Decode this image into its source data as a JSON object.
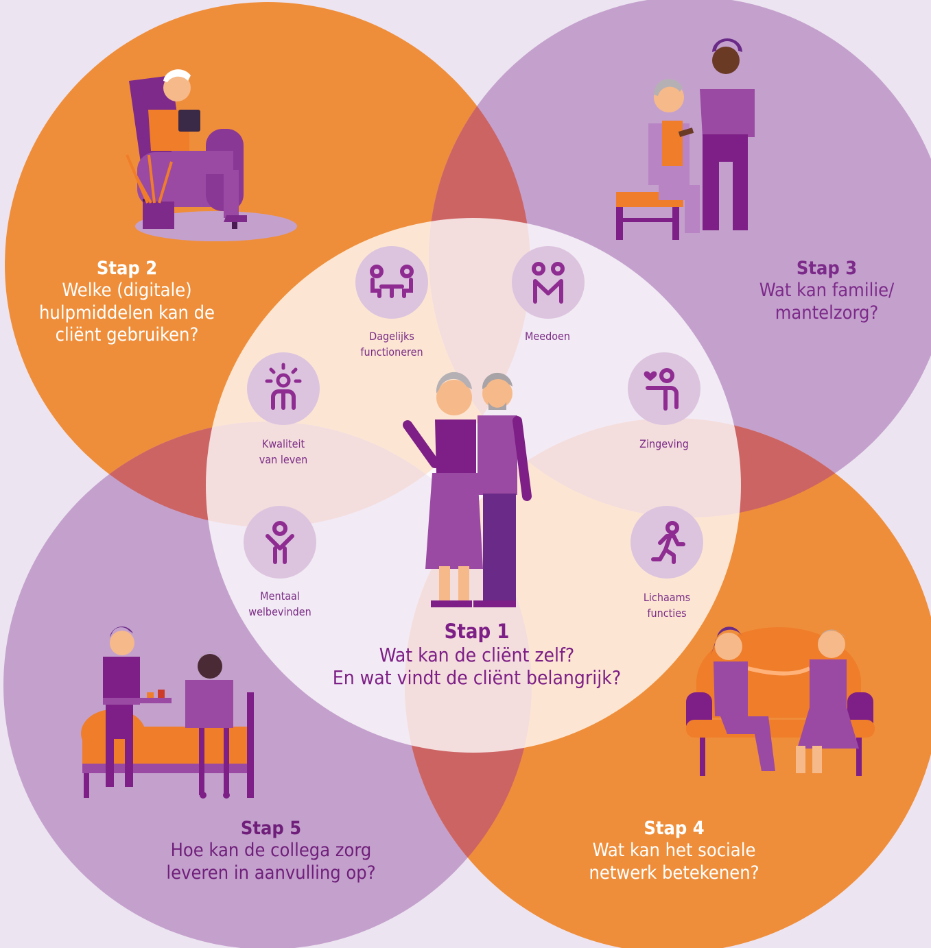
{
  "colors": {
    "background": "#ede4f1",
    "orange": "#ef8e3a",
    "purple": "#c4a1cd",
    "overlap": "#cd6464",
    "center": "#f7eff3",
    "theme_circle": "#dcc4df",
    "theme_icon": "#8e2c91",
    "dark_text": "#7d1f86"
  },
  "steps": {
    "step1": {
      "title": "Stap 1",
      "lines": [
        "Wat kan de cliënt zelf?",
        "En wat vindt de cliënt belangrijk?"
      ]
    },
    "step2": {
      "title": "Stap 2",
      "lines": [
        "Welke (digitale)",
        "hulpmiddelen kan de",
        "cliënt gebruiken?"
      ]
    },
    "step3": {
      "title": "Stap 3",
      "lines": [
        "Wat kan familie/",
        "mantelzorg?"
      ]
    },
    "step4": {
      "title": "Stap 4",
      "lines": [
        "Wat kan het sociale",
        "netwerk betekenen?"
      ]
    },
    "step5": {
      "title": "Stap 5",
      "lines": [
        "Hoe kan de collega zorg",
        "leveren in aanvulling op?"
      ]
    }
  },
  "themes": [
    {
      "id": "dagelijks",
      "icon": "two-people-table-icon",
      "lines": [
        "Dagelijks",
        "functioneren"
      ]
    },
    {
      "id": "meedoen",
      "icon": "two-people-holding-icon",
      "lines": [
        "Meedoen"
      ]
    },
    {
      "id": "kwaliteit",
      "icon": "person-sun-icon",
      "lines": [
        "Kwaliteit",
        "van leven"
      ]
    },
    {
      "id": "zingeving",
      "icon": "person-heart-icon",
      "lines": [
        "Zingeving"
      ]
    },
    {
      "id": "mentaal",
      "icon": "person-arms-up-icon",
      "lines": [
        "Mentaal",
        "welbevinden"
      ]
    },
    {
      "id": "lichaams",
      "icon": "running-person-icon",
      "lines": [
        "Lichaams",
        "functies"
      ]
    }
  ]
}
